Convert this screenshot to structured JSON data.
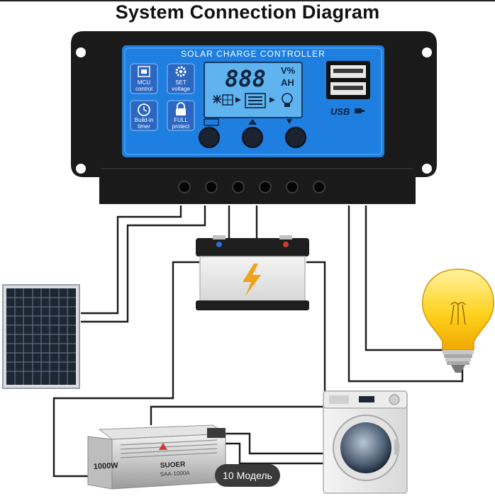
{
  "title": "System Connection Diagram",
  "controller": {
    "label": "SOLAR CHARGE CONTROLLER",
    "display_digits": "888",
    "unit_top": "V%",
    "unit_bottom": "AH",
    "usb_label": "USB",
    "features": [
      {
        "icon": "mcu-chip-icon",
        "label": "MCU control"
      },
      {
        "icon": "gear-icon",
        "label": "SET voltage"
      },
      {
        "icon": "clock-icon",
        "label": "Build-in timer"
      },
      {
        "icon": "lock-icon",
        "label": "FULL protect"
      }
    ]
  },
  "inverter": {
    "label_left": "1000W",
    "label_right": "SUOER",
    "model": "SAA-1000A"
  },
  "badge": "10 Модель",
  "colors": {
    "panel_blue": "#1f7fe0",
    "lcd_blue": "#5fb4f0",
    "housing": "#1a1a1a",
    "battery_cap": "#1e1e1e",
    "bolt": "#f2a21a",
    "bulb": "#ffd21f",
    "wire": "#1a1a1a"
  }
}
